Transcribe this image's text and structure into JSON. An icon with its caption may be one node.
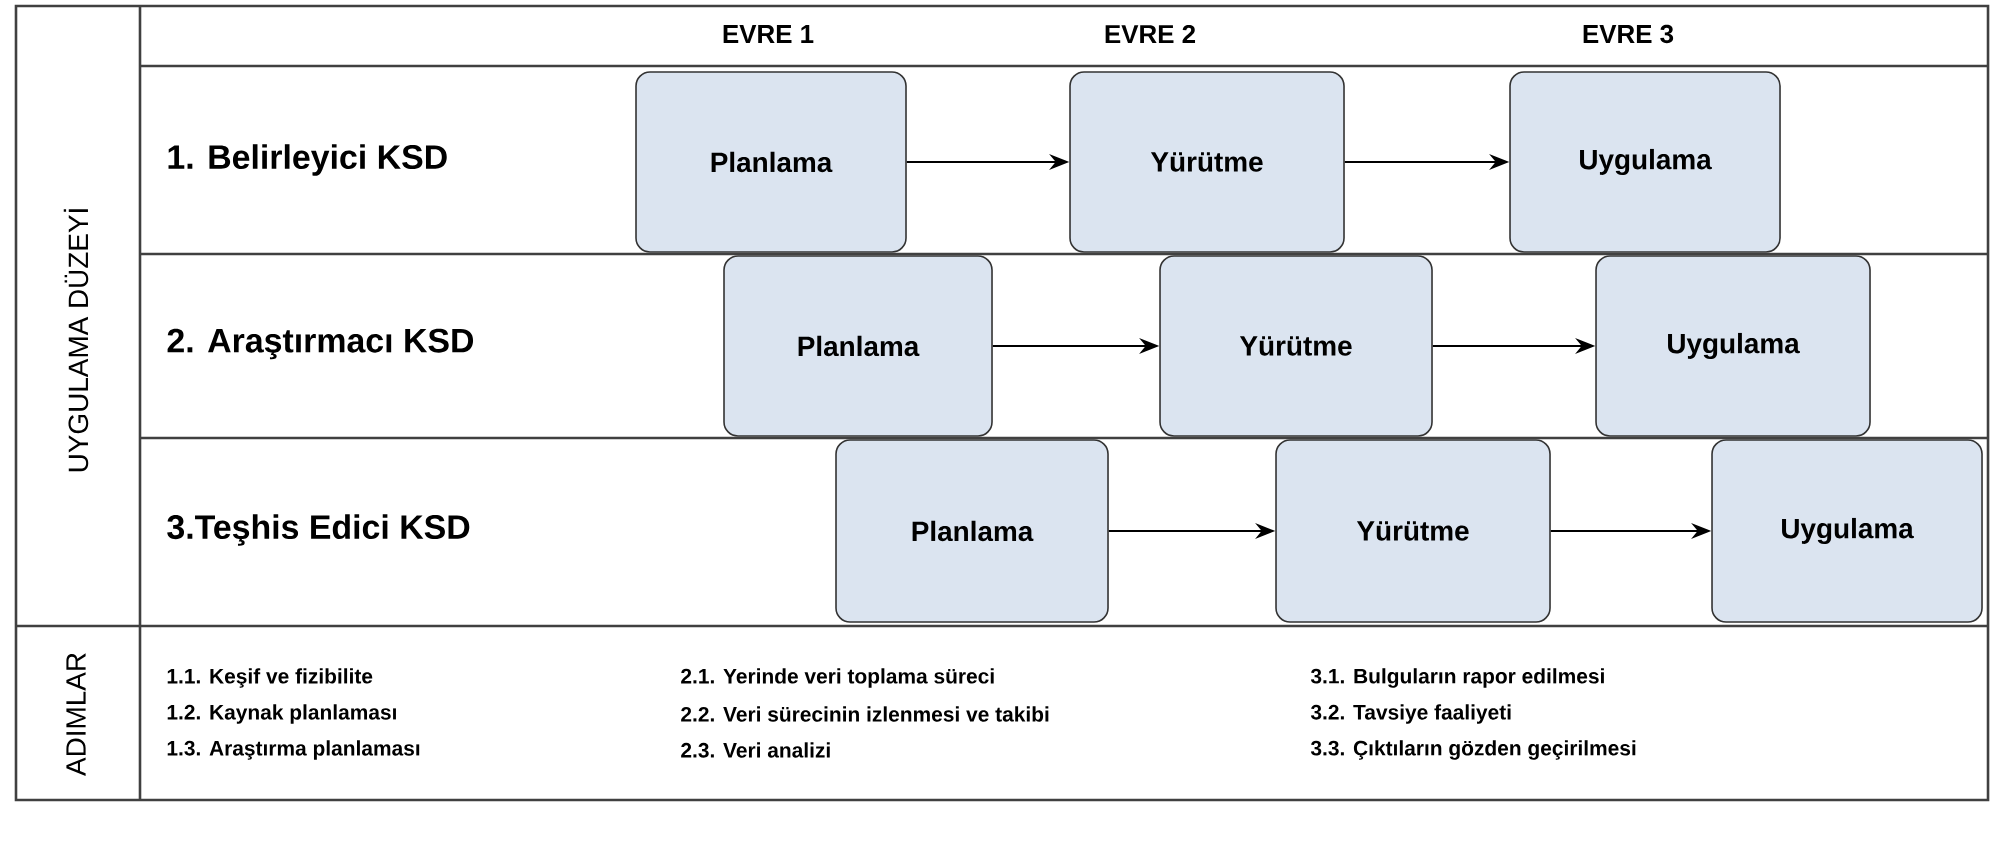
{
  "diagram": {
    "nodes": [
      {
        "text": [
          "Planlama"
        ]
      },
      {
        "text": [
          "Yürütme"
        ]
      },
      {
        "text": [
          "Uygulama"
        ]
      },
      {
        "text": [
          "Planlama"
        ]
      },
      {
        "text": [
          "Yürütme"
        ]
      },
      {
        "text": [
          "Uygulama"
        ]
      },
      {
        "text": [
          "Planlama"
        ]
      },
      {
        "text": [
          "Yürütme"
        ]
      },
      {
        "text": [
          "Uygulama"
        ]
      }
    ],
    "edges": [
      {
        "from": 0,
        "to": 1,
        "arrow": "to"
      },
      {
        "from": 1,
        "to": 2,
        "arrow": "to"
      },
      {
        "from": 3,
        "to": 4,
        "arrow": "to"
      },
      {
        "from": 4,
        "to": 5,
        "arrow": "to"
      },
      {
        "from": 6,
        "to": 7,
        "arrow": "to"
      },
      {
        "from": 7,
        "to": 8,
        "arrow": "to"
      }
    ],
    "labels": [
      "UYGULAMA DÜZEYİ",
      "EVRE 1",
      "EVRE 2",
      "EVRE 3",
      "1. Belirleyici KSD",
      "2. Araştırmacı KSD",
      "3.Teşhis Edici KSD",
      "ADIMLAR",
      "1.1. Keşif ve fizibilite",
      "2.1. Yerinde veri toplama süreci",
      "3.1. Bulguların rapor edilmesi",
      "1.2. Kaynak planlaması",
      "2.2. Veri sürecinin izlenmesi ve takibi",
      "3.2. Tavsiye faaliyeti",
      "1.3. Araştırma planlaması",
      "2.3. Veri analizi",
      "3.3. Çıktıların gözden geçirilmesi"
    ]
  }
}
